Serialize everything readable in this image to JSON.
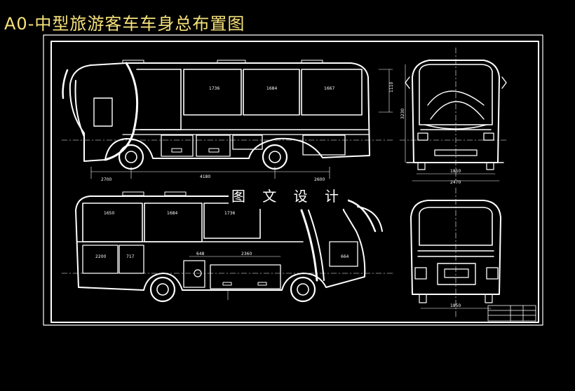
{
  "title": "A0-中型旅游客车车身总布置图",
  "watermark": "图 文 设 计",
  "colors": {
    "background": "#000000",
    "lines": "#ffffff",
    "title": "#f6e27a"
  },
  "dimensions": {
    "side_top": [
      "1736",
      "1684",
      "1667"
    ],
    "side_height": "1110",
    "side_bottom": [
      "2700",
      "4180",
      "2600"
    ],
    "front_height": "3230",
    "front_widths": [
      "1850",
      "2470"
    ],
    "side2_top": [
      "1650",
      "1684",
      "1736"
    ],
    "side2_mid": [
      "2200",
      "717",
      "648",
      "2360",
      "664"
    ],
    "rear_width": "1850"
  }
}
